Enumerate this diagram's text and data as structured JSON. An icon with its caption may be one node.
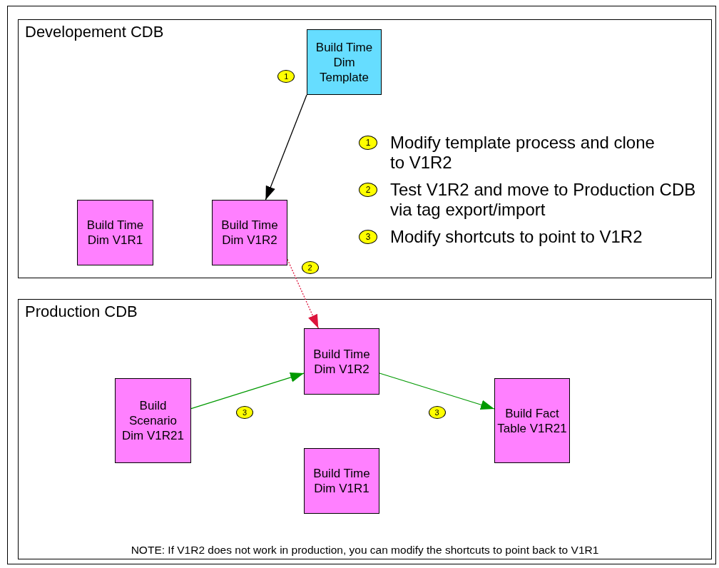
{
  "diagram": {
    "nodes": [
      {
        "text": [
          "Developement CDB"
        ]
      },
      {
        "text": [
          "Build Time Dim Template"
        ],
        "in": 0
      },
      {
        "text": [
          "Build Time Dim V1R1"
        ],
        "in": 0
      },
      {
        "text": [
          "Build Time Dim V1R2"
        ],
        "in": 0
      },
      {
        "text": [
          "Production CDB"
        ]
      },
      {
        "text": [
          "Build Time Dim V1R2"
        ],
        "in": 4
      },
      {
        "text": [
          "Build Scenario Dim V1R21"
        ],
        "in": 4
      },
      {
        "text": [
          "Build Fact Table V1R21"
        ],
        "in": 4
      },
      {
        "text": [
          "Build Time Dim V1R1"
        ],
        "in": 4
      }
    ],
    "edges": [
      {
        "from": 1,
        "to": 3,
        "arrow": "to",
        "label": "1",
        "color": "#000000"
      },
      {
        "from": 3,
        "to": 5,
        "arrow": "to",
        "label": "2",
        "style": "dashed",
        "color": "#dc143c"
      },
      {
        "from": 6,
        "to": 5,
        "arrow": "to",
        "label": "3",
        "color": "#009900"
      },
      {
        "from": 5,
        "to": 7,
        "arrow": "to",
        "label": "3",
        "color": "#009900"
      }
    ],
    "labels": [
      "1",
      "Modify template process and clone to V1R2",
      "2",
      "Test V1R2 and move to Production CDB via tag export/import",
      "3",
      "Modify shortcuts to point to V1R2",
      "NOTE: If V1R2 does not work in production, you can modify the shortcuts to point back to V1R1"
    ]
  }
}
